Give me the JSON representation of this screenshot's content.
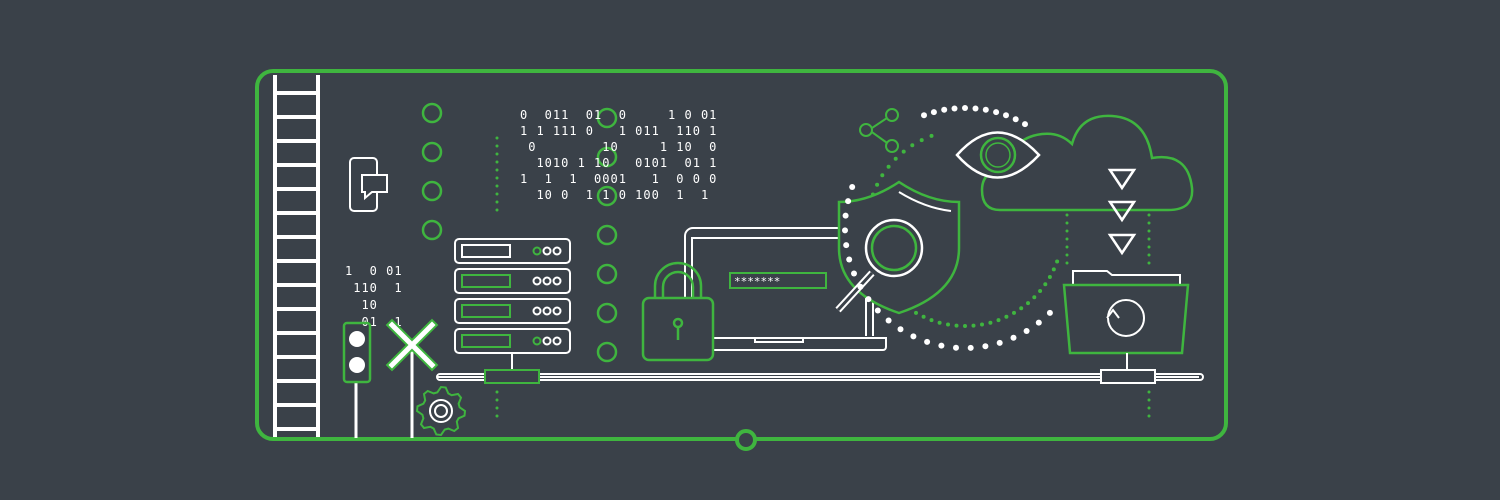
{
  "colors": {
    "background": "#3a4149",
    "accent": "#3fb53f",
    "line": "#ffffff"
  },
  "password_field": {
    "masked_value": "*******"
  },
  "binary_block": {
    "rows": [
      "0  011  01  0     1 0 01",
      "1 1 111 0   1 011  110 1",
      " 0        10     1 10  0",
      "  1010 1 10   0101  01 1",
      "1  1  1  0001   1  0 0 0",
      "  10 0  1 1 0 100  1  1"
    ]
  },
  "binary_small": {
    "rows": [
      "1  0 01",
      " 110  1",
      "  10",
      "  01  1"
    ]
  },
  "icons": [
    "ladder-icon",
    "phone-chat-icon",
    "traffic-light-icon",
    "railway-crossing-icon",
    "gear-icon",
    "server-rack-icon",
    "padlock-icon",
    "laptop-icon",
    "shield-icon",
    "magnifier-icon",
    "share-icon",
    "eye-icon",
    "cloud-icon",
    "download-arrows-icon",
    "folder-sync-icon",
    "network-line-icon"
  ]
}
